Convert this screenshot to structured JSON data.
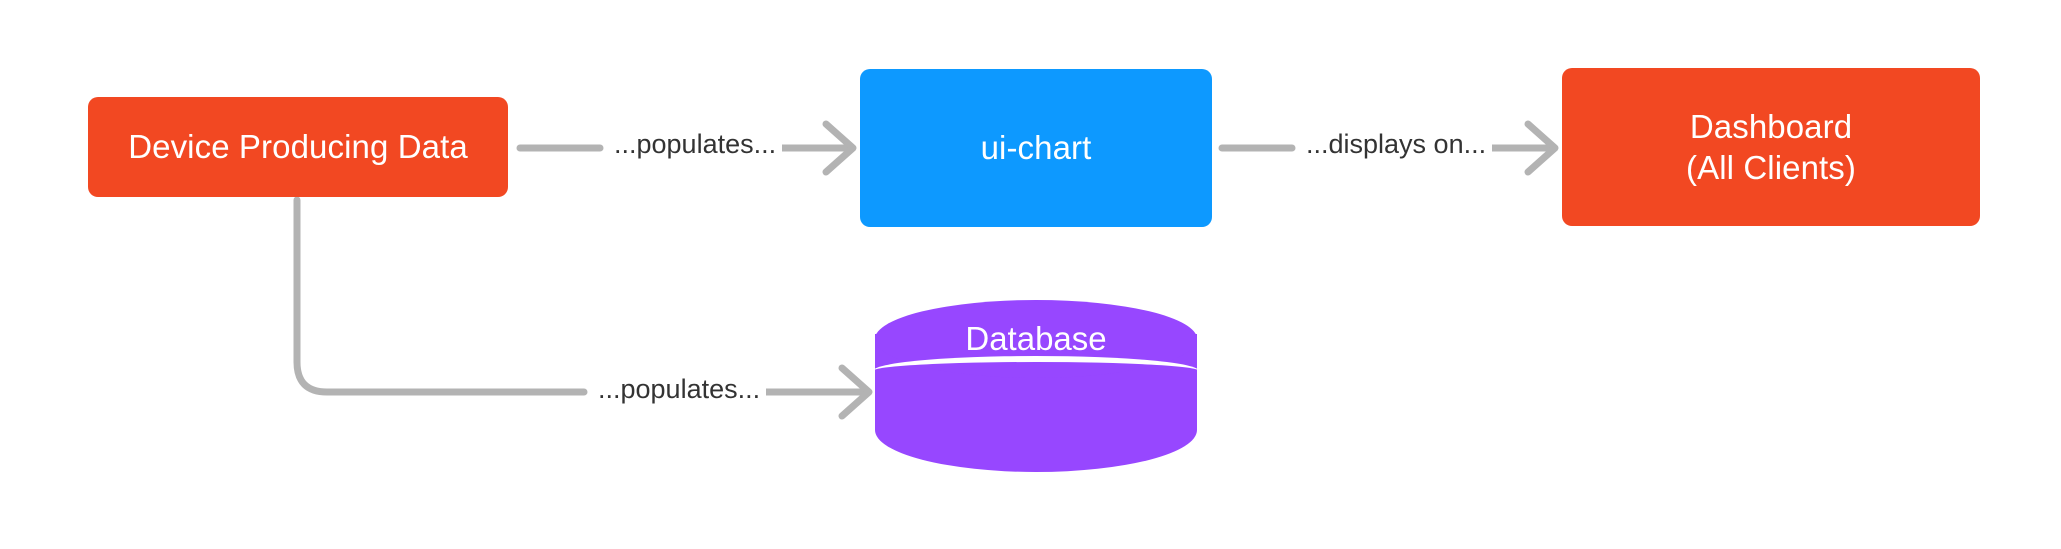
{
  "diagram": {
    "type": "flow-diagram",
    "background_color": "#FFFFFF",
    "palette": {
      "orange": "#F24822",
      "blue": "#0D99FF",
      "purple": "#9747FF",
      "connector_gray": "#B3B3B3",
      "label_text": "#333333",
      "node_text": "#FFFFFF"
    },
    "nodes": [
      {
        "id": "device",
        "shape": "rounded-rect",
        "color": "#F24822",
        "label": "Device Producing Data",
        "lines": [
          "Device Producing Data"
        ]
      },
      {
        "id": "ui-chart",
        "shape": "rounded-rect",
        "color": "#0D99FF",
        "label": "ui-chart",
        "lines": [
          "ui-chart"
        ]
      },
      {
        "id": "dashboard",
        "shape": "rounded-rect",
        "color": "#F24822",
        "label": "Dashboard (All Clients)",
        "lines": [
          "Dashboard",
          "(All Clients)"
        ]
      },
      {
        "id": "database",
        "shape": "cylinder",
        "color": "#9747FF",
        "label": "Database",
        "lines": [
          "Database"
        ]
      }
    ],
    "edges": [
      {
        "id": "device-to-uichart",
        "from": "device",
        "to": "ui-chart",
        "label": "...populates...",
        "arrow": "open-chevron"
      },
      {
        "id": "uichart-to-dashboard",
        "from": "ui-chart",
        "to": "dashboard",
        "label": "...displays on...",
        "arrow": "open-chevron"
      },
      {
        "id": "device-to-database",
        "from": "device",
        "to": "database",
        "label": "...populates...",
        "arrow": "open-chevron"
      }
    ]
  }
}
